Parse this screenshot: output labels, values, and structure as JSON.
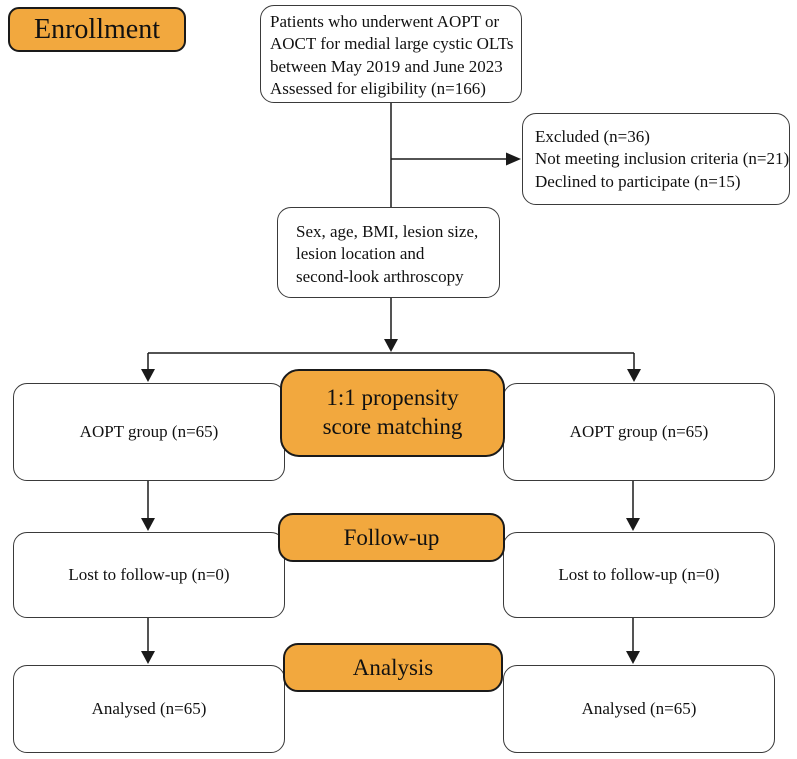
{
  "colors": {
    "accent_orange": "#F2A83E",
    "line_color": "#1a1a1a",
    "box_border": "#3a3a3a"
  },
  "flowchart": {
    "enrollment_label": "Enrollment",
    "eligibility_box": {
      "lines": [
        "Patients who underwent AOPT or",
        "AOCT for medial large cystic OLTs",
        "between May 2019 and June 2023",
        "Assessed for eligibility (n=166)"
      ]
    },
    "excluded_box": {
      "lines": [
        "Excluded (n=36)",
        "Not meeting inclusion criteria (n=21)",
        "Declined to participate (n=15)"
      ]
    },
    "matching_variables_box": {
      "lines": [
        "Sex, age, BMI, lesion size,",
        "lesion location and",
        "second-look arthroscopy"
      ]
    },
    "psm_box": {
      "lines": [
        "1:1 propensity",
        "score matching"
      ]
    },
    "group_left_box": "AOPT group (n=65)",
    "group_right_box": "AOPT group (n=65)",
    "followup_label": "Follow-up",
    "lost_left_box": "Lost to follow-up (n=0)",
    "lost_right_box": "Lost to follow-up (n=0)",
    "analysis_label": "Analysis",
    "analysed_left_box": "Analysed (n=65)",
    "analysed_right_box": "Analysed (n=65)"
  }
}
